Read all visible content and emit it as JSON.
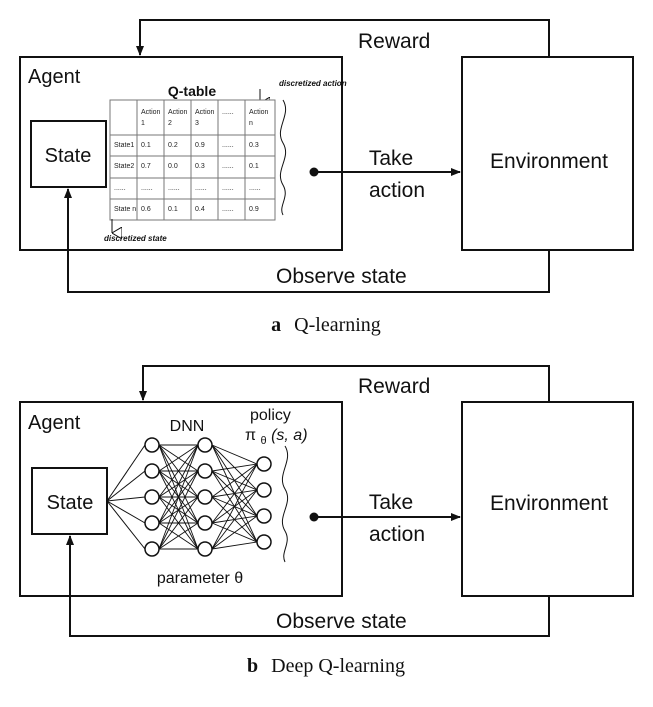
{
  "panel_a": {
    "agent_label": "Agent",
    "state_label": "State",
    "qtable_title": "Q-table",
    "discretized_action_label": "discretized action",
    "discretized_state_label": "discretized state",
    "table_headers": [
      "",
      "Action 1",
      "Action 2",
      "Action 3",
      "......",
      "Action n"
    ],
    "table_rows": [
      [
        "State1",
        "0.1",
        "0.2",
        "0.9",
        "......",
        "0.3"
      ],
      [
        "State2",
        "0.7",
        "0.0",
        "0.3",
        "......",
        "0.1"
      ],
      [
        "......",
        "......",
        "......",
        "......",
        "......",
        "......"
      ],
      [
        "State n",
        "0.6",
        "0.1",
        "0.4",
        "......",
        "0.9"
      ]
    ],
    "take_action_line1": "Take",
    "take_action_line2": "action",
    "environment_label": "Environment",
    "reward_label": "Reward",
    "observe_label": "Observe state",
    "caption_letter": "a",
    "caption_text": "Q-learning"
  },
  "panel_b": {
    "agent_label": "Agent",
    "state_label": "State",
    "dnn_label": "DNN",
    "policy_line1": "policy",
    "policy_line2": "π",
    "policy_sub": "θ",
    "policy_line2_rest": "(s, a)",
    "parameter_label": "parameter θ",
    "take_action_line1": "Take",
    "take_action_line2": "action",
    "environment_label": "Environment",
    "reward_label": "Reward",
    "observe_label": "Observe state",
    "caption_letter": "b",
    "caption_text": "Deep Q-learning"
  }
}
